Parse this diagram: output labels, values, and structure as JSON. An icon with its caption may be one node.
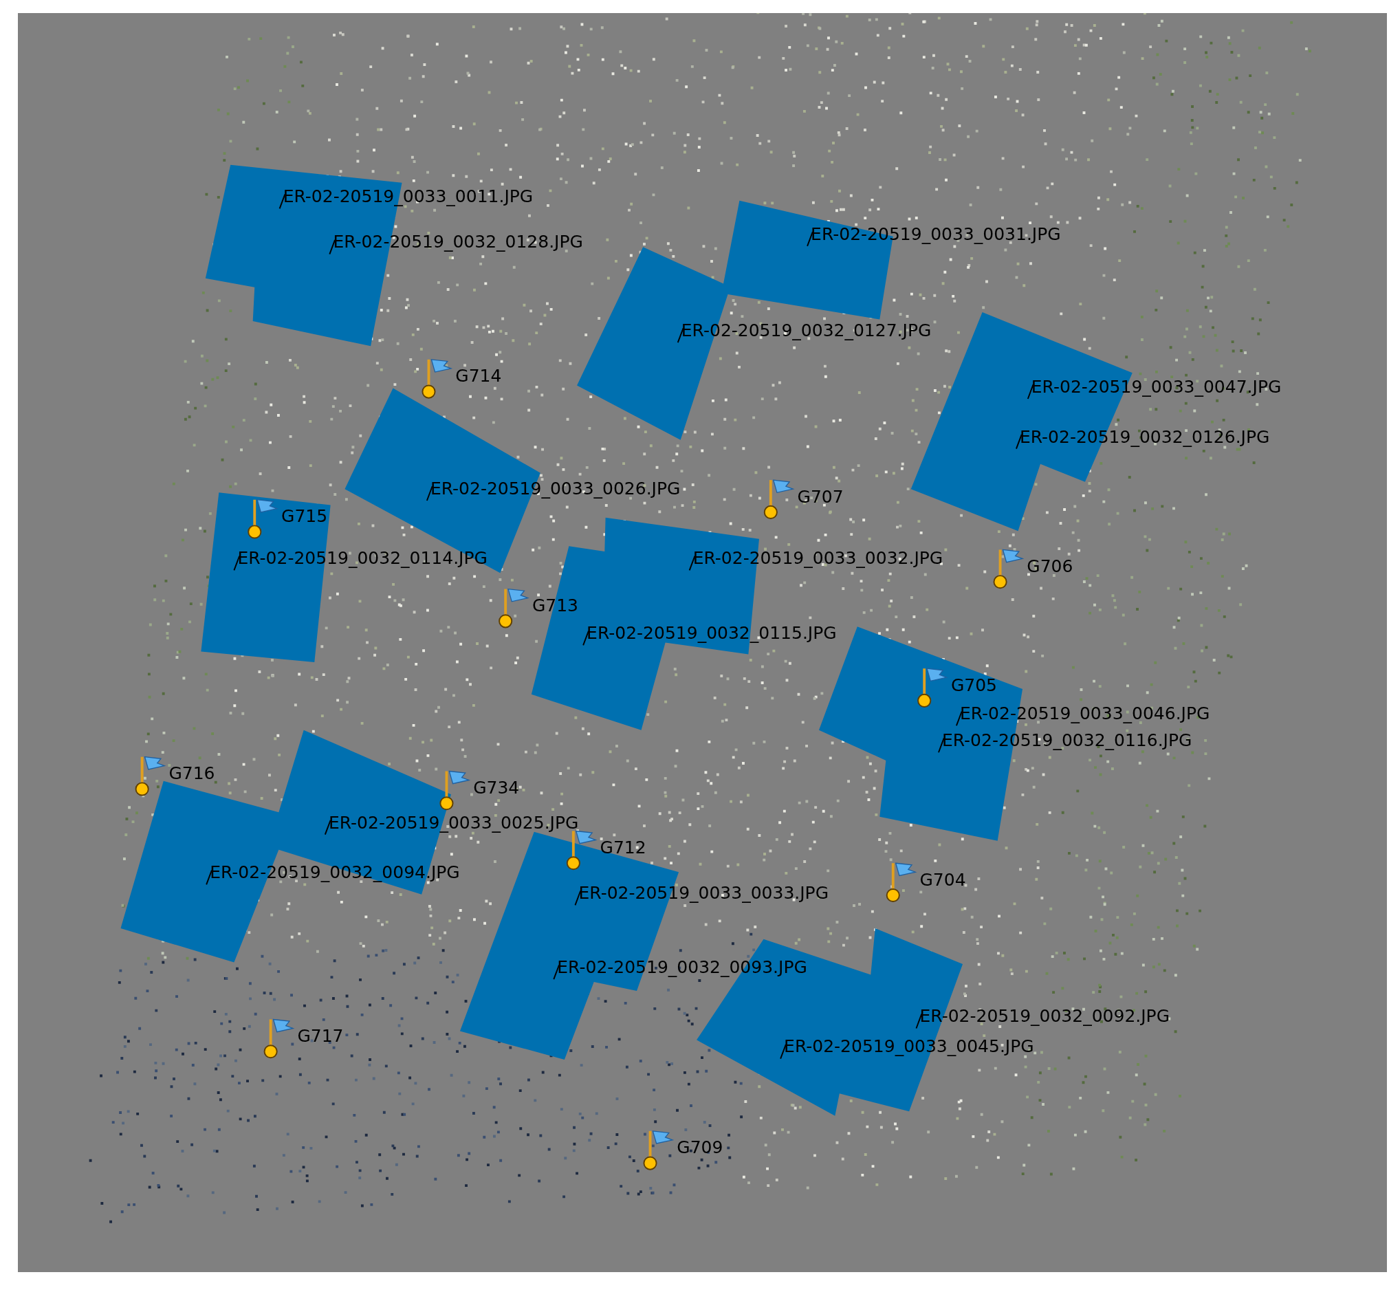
{
  "diagram": {
    "labels": [
      "ER-02-20519_0033_0011.JPG",
      "ER-02-20519_0032_0128.JPG",
      "ER-02-20519_0033_0031.JPG",
      "ER-02-20519_0032_0127.JPG",
      "G714",
      "ER-02-20519_0033_0047.JPG",
      "ER-02-20519_0032_0126.JPG",
      "ER-02-20519_0033_0026.JPG",
      "G707",
      "G715",
      "ER-02-20519_0032_0114.JPG",
      "ER-02-20519_0033_0032.JPG",
      "G706",
      "G713",
      "ER-02-20519_0032_0115.JPG",
      "G705",
      "ER-02-20519_0033_0046.JPG",
      "ER-02-20519_0032_0116.JPG",
      "G716",
      "G734",
      "ER-02-20519_0033_0025.JPG",
      "G712",
      "ER-02-20519_0032_0094.JPG",
      "G704",
      "ER-02-20519_0033_0033.JPG",
      "ER-02-20519_0032_0093.JPG",
      "G717",
      "ER-02-20519_0033_0045.JPG",
      "ER-02-20519_0032_0092.JPG",
      "G709"
    ]
  }
}
